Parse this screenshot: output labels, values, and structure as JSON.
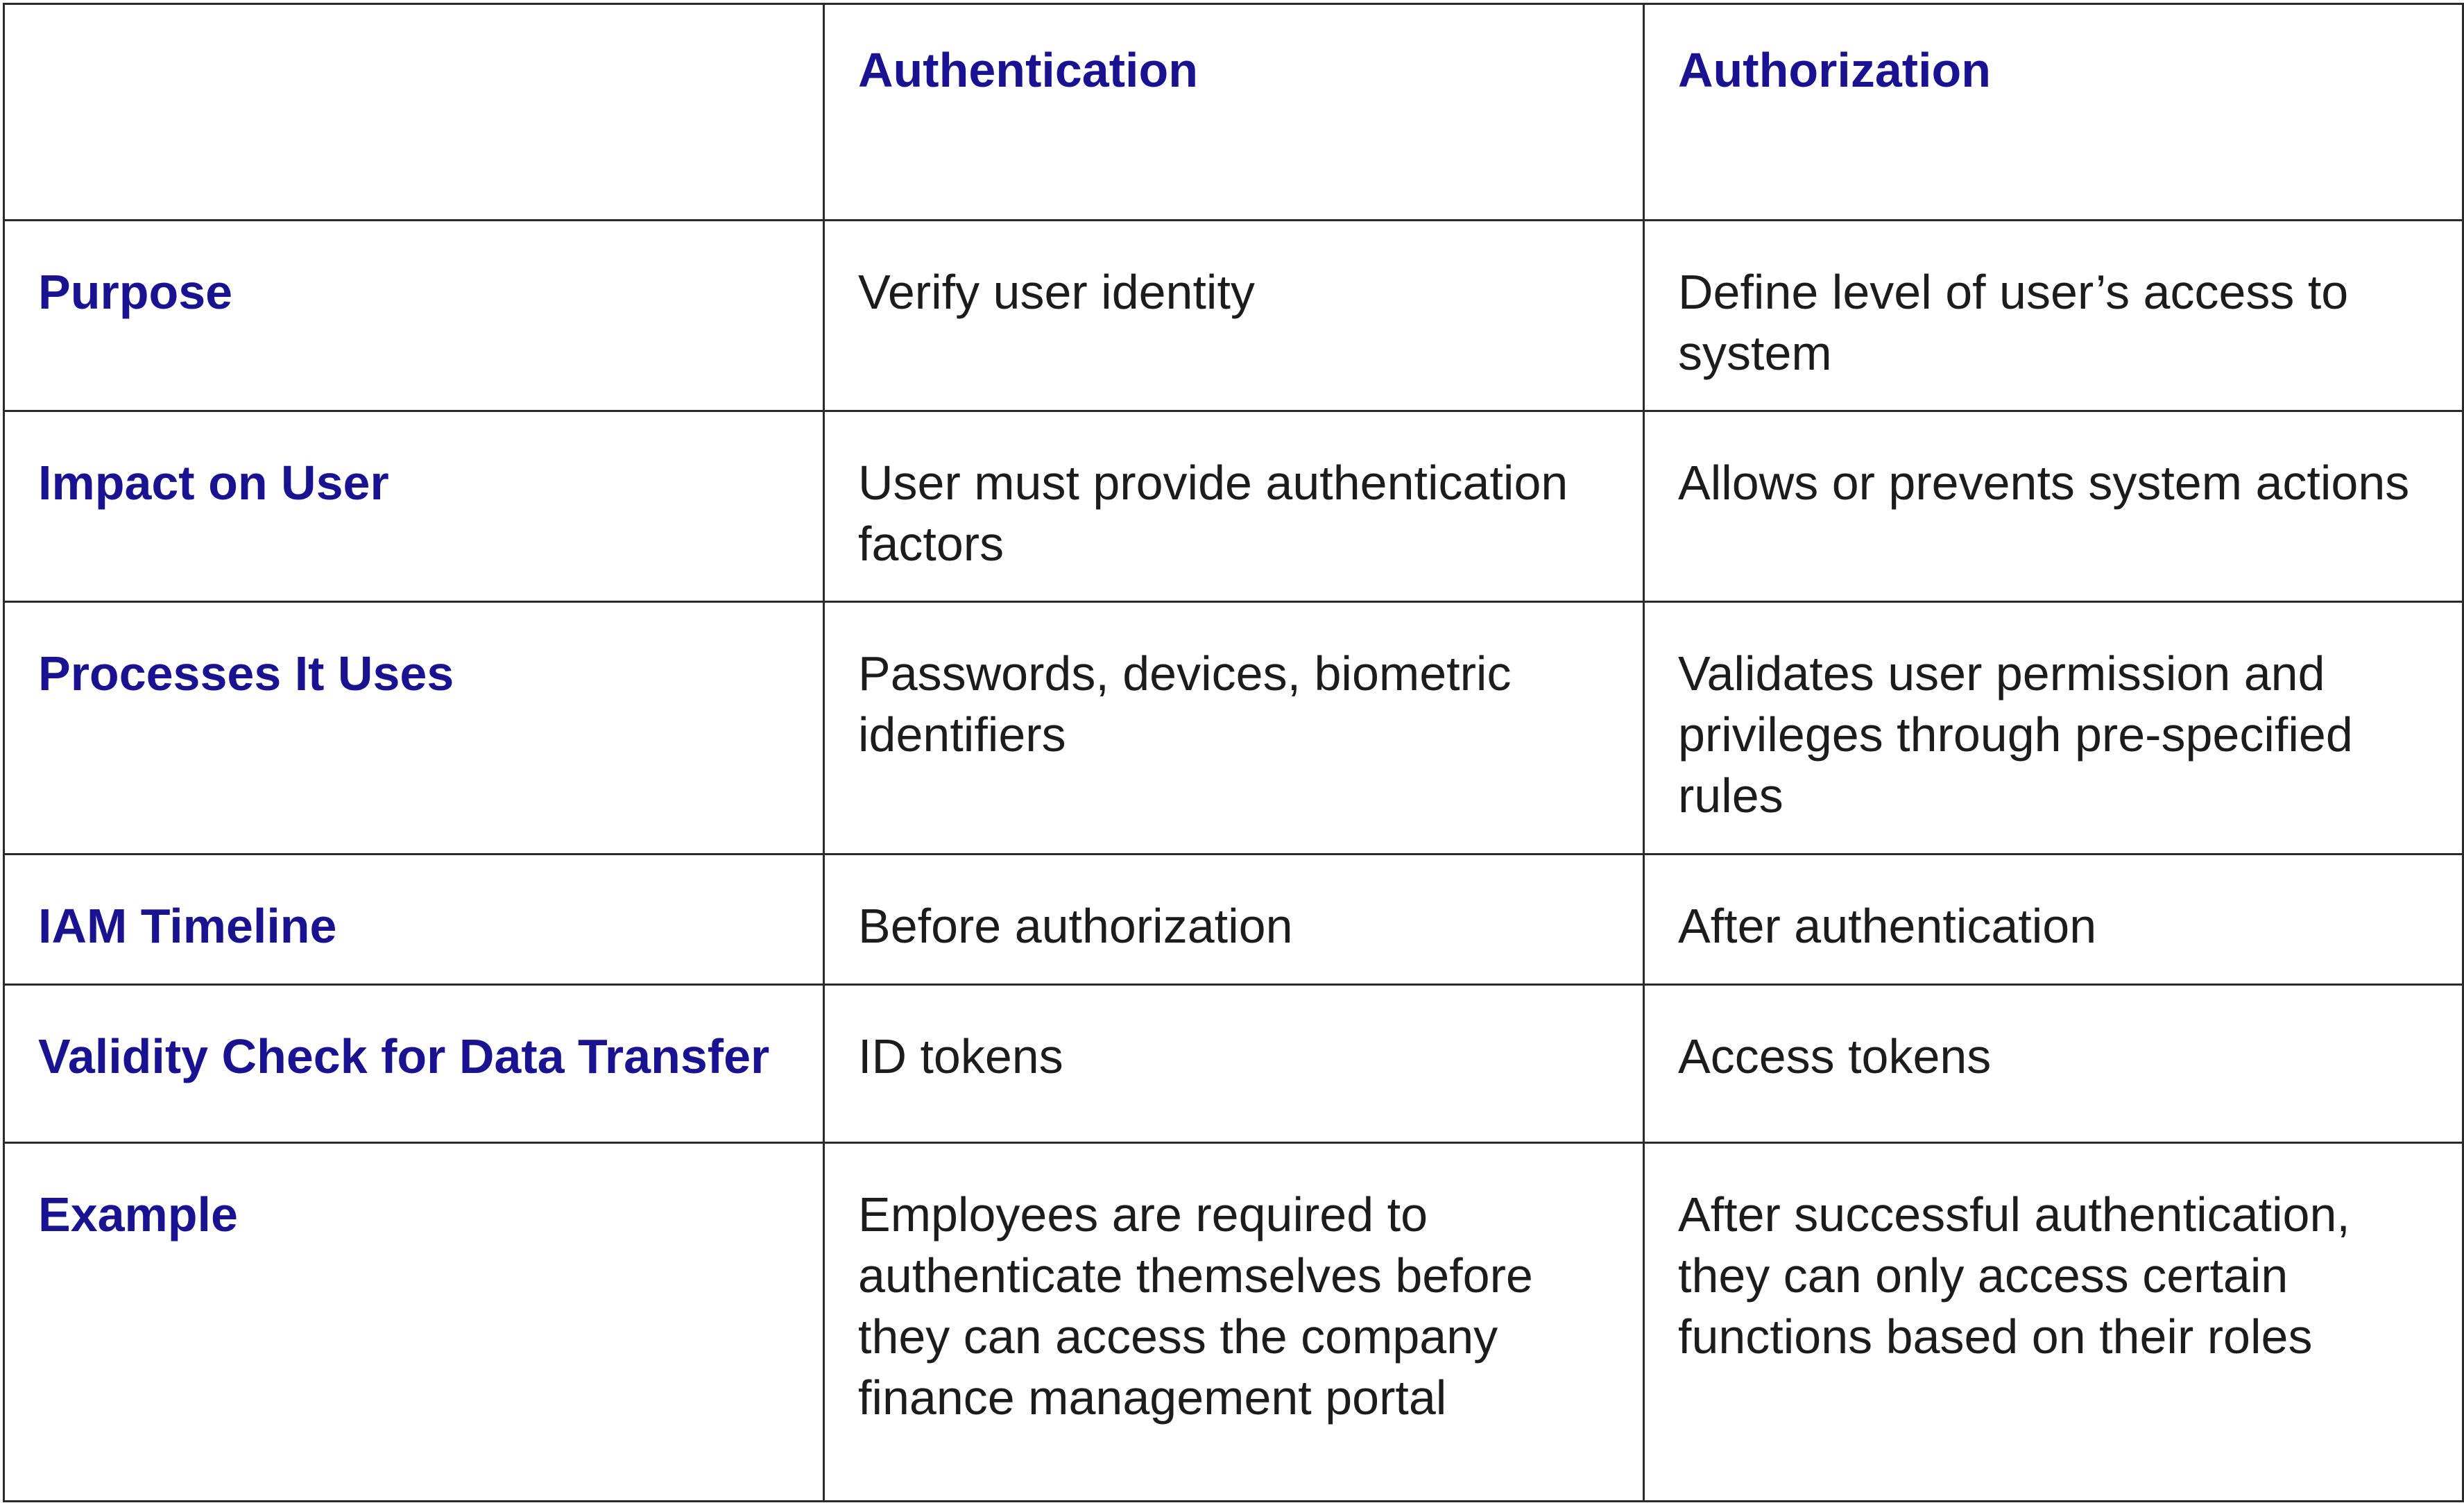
{
  "table": {
    "columns": [
      "",
      "Authentication",
      "Authorization"
    ],
    "rows": [
      {
        "label": "Purpose",
        "authentication": "Verify user identity",
        "authorization": "Define level of user’s access to system"
      },
      {
        "label": "Impact on User",
        "authentication": "User must provide authentication factors",
        "authorization": "Allows or prevents system actions"
      },
      {
        "label": "Processes It Uses",
        "authentication": "Passwords, devices, biometric identifiers",
        "authorization": "Validates user permission and privileges through pre-specified rules"
      },
      {
        "label": "IAM Timeline",
        "authentication": "Before authorization",
        "authorization": "After authentication"
      },
      {
        "label": "Validity Check for Data Transfer",
        "authentication": "ID tokens",
        "authorization": "Access tokens"
      },
      {
        "label": "Example",
        "authentication": "Employees are required to authenticate themselves before they can access the company finance management portal",
        "authorization": "After successful authentication, they can only access certain functions based on their roles"
      }
    ]
  },
  "colors": {
    "heading": "#1a1391",
    "text": "#1c1c1c",
    "border": "#2b2b2b",
    "background": "#ffffff"
  }
}
